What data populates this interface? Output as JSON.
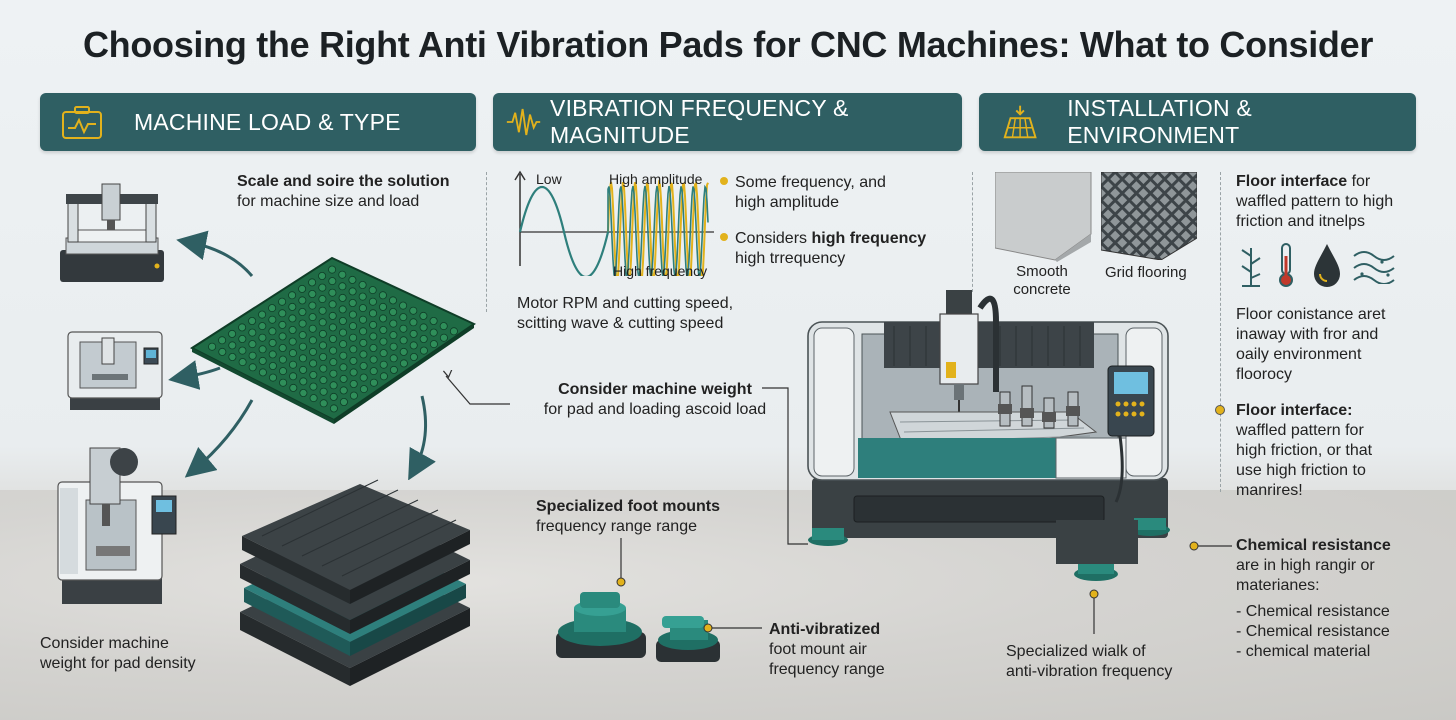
{
  "title": "Choosing the Right Anti Vibration Pads for CNC Machines: What to Consider",
  "colors": {
    "banner": "#2f5f63",
    "accent": "#e2b21c",
    "pad_green": "#1f6b45",
    "teal": "#2e7f7c"
  },
  "banners": [
    {
      "label": "MACHINE LOAD & TYPE",
      "icon": "briefcase-chart-icon"
    },
    {
      "label": "VIBRATION FREQUENCY & MAGNITUDE",
      "icon": "waveform-icon"
    },
    {
      "label": "INSTALLATION & ENVIRONMENT",
      "icon": "solar-panel-icon"
    }
  ],
  "load": {
    "scale_line1": "Scale and soire the solution",
    "scale_line2": "for machine size and load",
    "weight_line1": "Consider machine weight",
    "weight_line2": "for pad and loading ascoid load",
    "density_line1": "Consider machine",
    "density_line2": "weight for pad density"
  },
  "vibration": {
    "wave_low": "Low",
    "wave_high_amp": "High amplitude",
    "wave_high_freq": "High frequency",
    "bullet1_line1": "Some frequency, and",
    "bullet1_line2": "high amplitude",
    "bullet2_prefix": "Considers ",
    "bullet2_bold": "high frequency",
    "bullet2_line2": "high trrequency",
    "motor_line1": "Motor RPM and cutting speed,",
    "motor_line2": "scitting wave & cutting speed",
    "foot_line1": "Specialized foot mounts",
    "foot_line2": "frequency range range",
    "anti_line1": "Anti-vibratized",
    "anti_line2": "foot mount air",
    "anti_line3": "frequency range"
  },
  "installation": {
    "smooth_line1": "Smooth",
    "smooth_line2": "concrete",
    "grid": "Grid flooring",
    "floor1_bold": "Floor interface",
    "floor1_rest": " for",
    "floor1_line2": "waffled pattern to high",
    "floor1_line3": "friction and itnelps",
    "env_icons": [
      "plant-icon",
      "thermometer-icon",
      "oil-drop-icon",
      "dust-icon"
    ],
    "const_line1": "Floor conistance aret",
    "const_line2": "inaway with fror and",
    "const_line3": "oaily environment",
    "const_line4": "floorocy",
    "floor2_bold": "Floor interface:",
    "floor2_line2": "waffled pattern for",
    "floor2_line3": "high friction, or that",
    "floor2_line4": "use high friction to",
    "floor2_line5": "manrires!",
    "chem_bold": "Chemical resistance",
    "chem_line2": "are in high rangir or",
    "chem_line3": "materianes:",
    "chem_items": [
      "- Chemical resistance",
      "- Chemical resistance",
      "- chemical material"
    ],
    "walk_line1": "Specialized wialk of",
    "walk_line2": "anti-vibration frequency"
  }
}
